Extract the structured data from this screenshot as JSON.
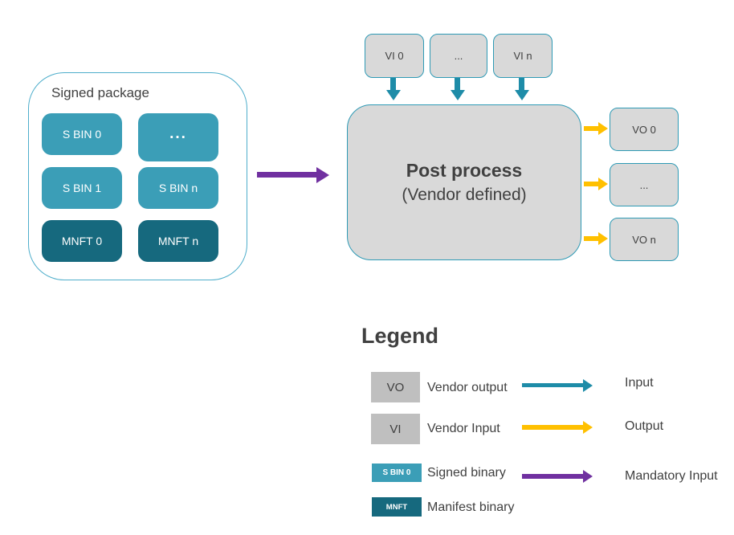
{
  "diagram": {
    "signed_package": {
      "title": "Signed package",
      "boxes": [
        {
          "label": "S BIN 0",
          "type": "signed"
        },
        {
          "label": "...",
          "type": "signed"
        },
        {
          "label": "S BIN 1",
          "type": "signed"
        },
        {
          "label": "S BIN n",
          "type": "signed"
        },
        {
          "label": "MNFT 0",
          "type": "manifest"
        },
        {
          "label": "MNFT n",
          "type": "manifest"
        }
      ]
    },
    "vendor_inputs": [
      "VI 0",
      "...",
      "VI n"
    ],
    "post_process": {
      "title": "Post process",
      "subtitle": "(Vendor defined)"
    },
    "vendor_outputs": [
      "VO 0",
      "...",
      "VO n"
    ]
  },
  "legend": {
    "title": "Legend",
    "items": [
      {
        "swatch": "VO",
        "type": "gray",
        "label": "Vendor output"
      },
      {
        "swatch": "VI",
        "type": "gray",
        "label": "Vendor Input"
      },
      {
        "swatch": "S BIN 0",
        "type": "signed",
        "label": "Signed binary"
      },
      {
        "swatch": "MNFT",
        "type": "manifest",
        "label": "Manifest binary"
      }
    ],
    "arrows": [
      {
        "label": "Input",
        "color": "#1E8CA8"
      },
      {
        "label": "Output",
        "color": "#FFC000"
      },
      {
        "label": "Mandatory Input",
        "color": "#7030A0"
      }
    ]
  },
  "colors": {
    "signed_teal": "#3B9EB7",
    "manifest_teal": "#16697E",
    "arrow_teal": "#1E8CA8",
    "arrow_yellow": "#FFC000",
    "arrow_purple": "#7030A0",
    "box_gray": "#D9D9D9",
    "legend_gray": "#BFBFBF",
    "box_border_teal": "#2E9AB5",
    "container_border": "#4FAECB",
    "text_dark": "#404040"
  }
}
